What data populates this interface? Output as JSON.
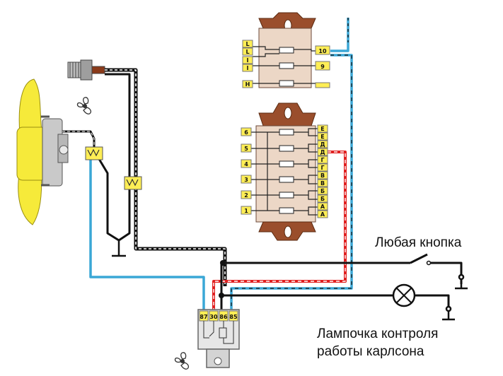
{
  "labels": {
    "any_button": "Любая кнопка",
    "lamp_line1": "Лампочка контроля",
    "lamp_line2": "работы карлсона"
  },
  "fuse_block_top": {
    "left_letters": [
      "L",
      "L",
      "I",
      "I",
      "H"
    ],
    "right_numbers": [
      "10",
      "9"
    ]
  },
  "fuse_block_bottom": {
    "left_numbers": [
      "6",
      "5",
      "4",
      "3",
      "2",
      "1"
    ],
    "right_letters": [
      "Е",
      "Е",
      "Д",
      "Д",
      "Г",
      "Г",
      "В",
      "В",
      "Б",
      "Б",
      "А",
      "А"
    ]
  },
  "relay_pins": [
    "87",
    "30",
    "86",
    "85"
  ],
  "colors": {
    "blue_wire": "#3aa7d6",
    "red_wire": "#e02020",
    "black_wire": "#111111",
    "fuse_body": "#ecd7c6",
    "fuse_mount": "#9a4e2c",
    "fan": "#f6ea3a",
    "connector": "#ffee55"
  }
}
